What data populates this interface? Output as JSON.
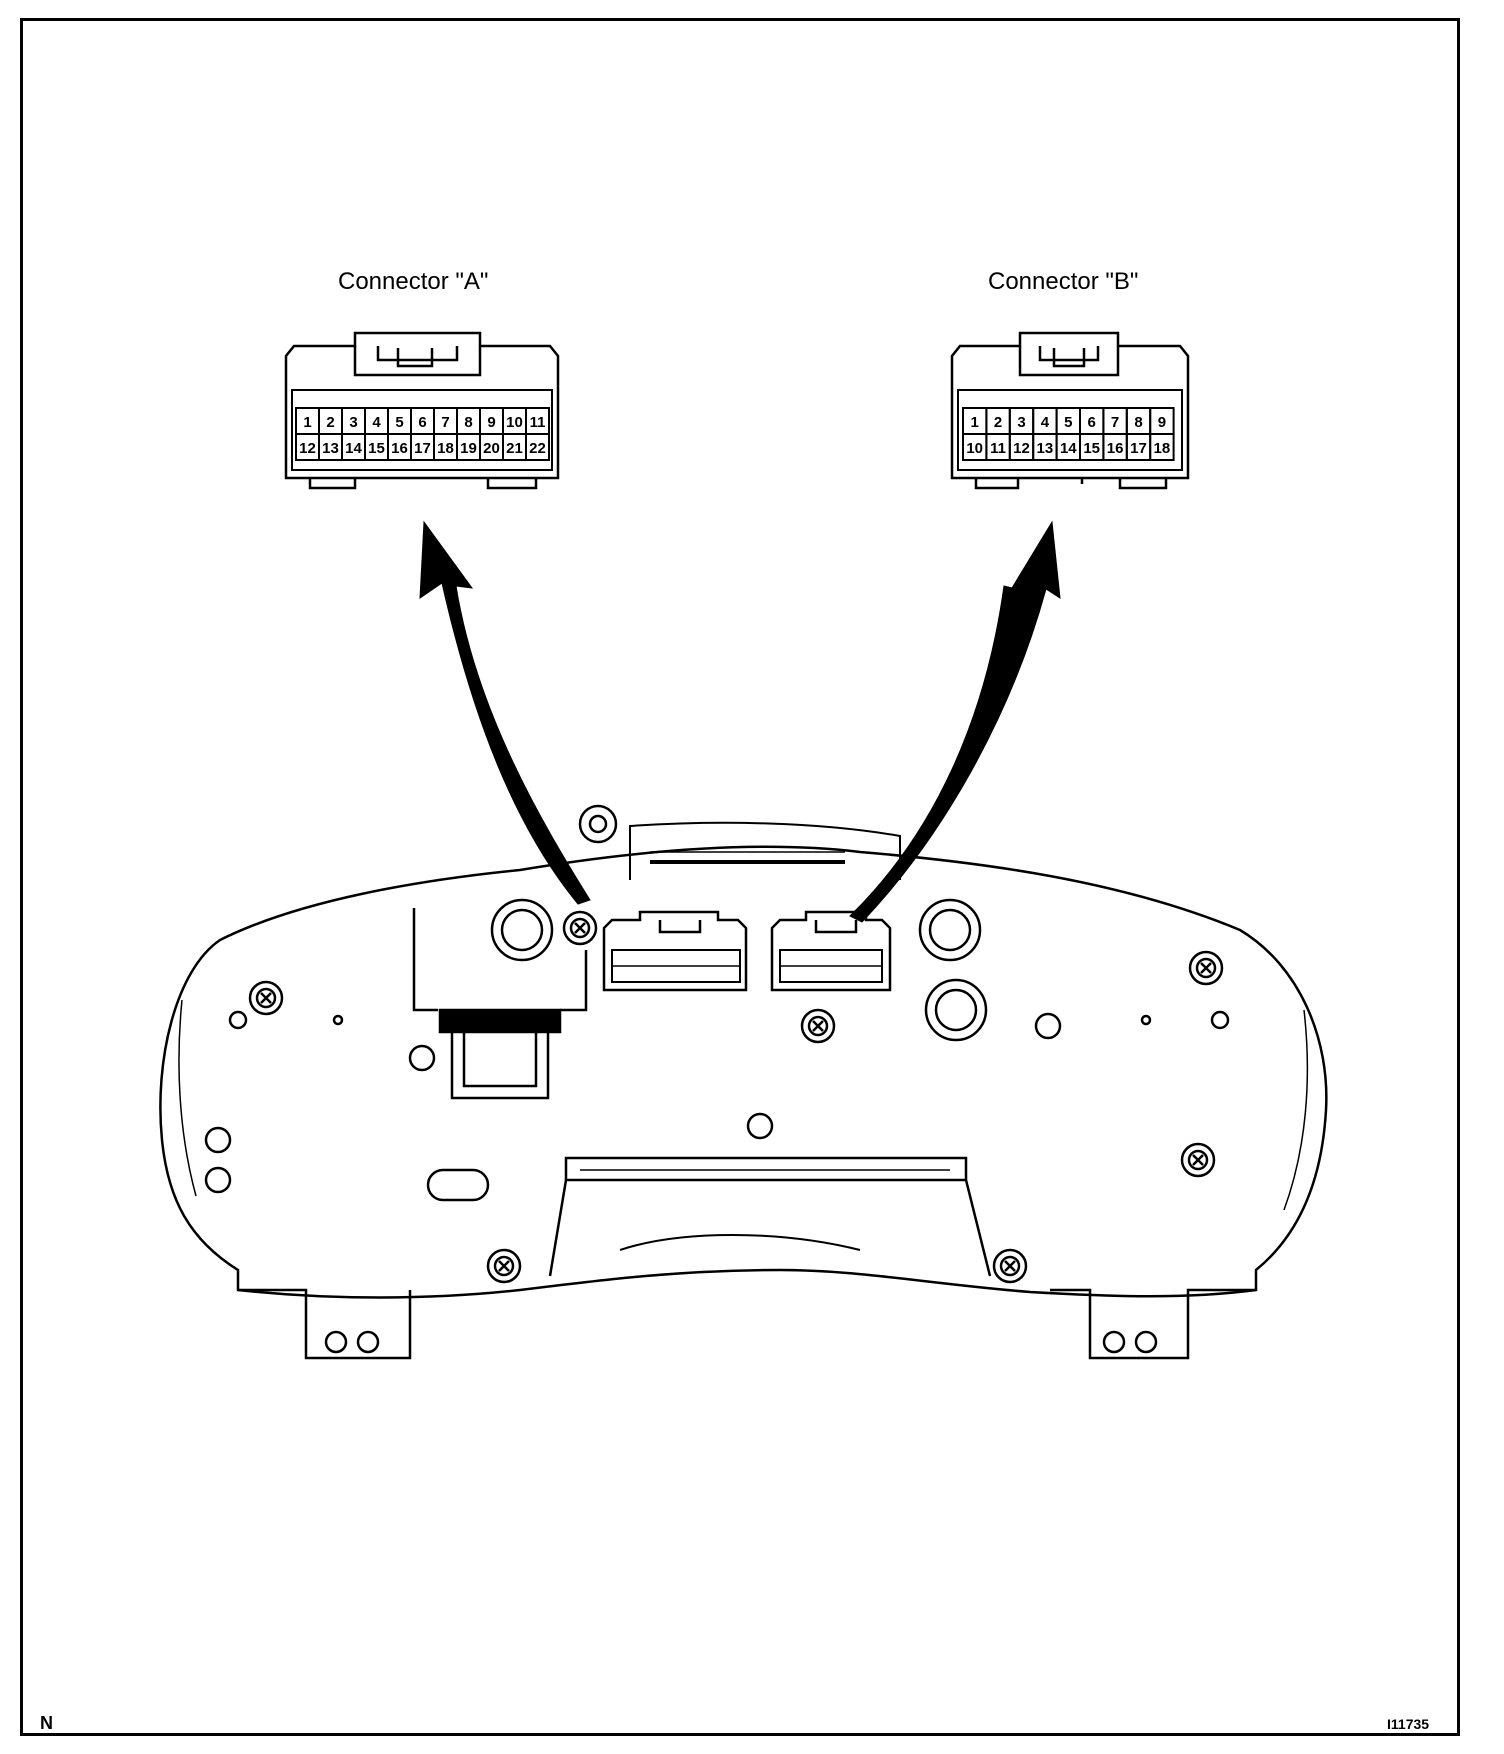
{
  "connector_a": {
    "label": "Connector \"A\"",
    "row1": [
      "1",
      "2",
      "3",
      "4",
      "5",
      "6",
      "7",
      "8",
      "9",
      "10",
      "11"
    ],
    "row2": [
      "12",
      "13",
      "14",
      "15",
      "16",
      "17",
      "18",
      "19",
      "20",
      "21",
      "22"
    ]
  },
  "connector_b": {
    "label": "Connector \"B\"",
    "row1": [
      "1",
      "2",
      "3",
      "4",
      "5",
      "6",
      "7",
      "8",
      "9"
    ],
    "row2": [
      "10",
      "11",
      "12",
      "13",
      "14",
      "15",
      "16",
      "17",
      "18"
    ]
  },
  "corner_left": "N",
  "figure_code": "I11735"
}
